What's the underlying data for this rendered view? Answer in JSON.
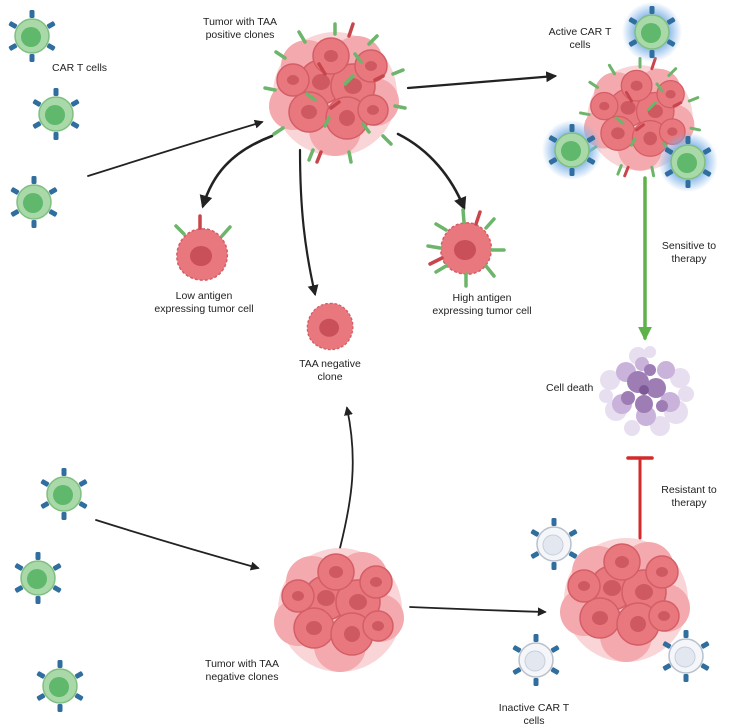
{
  "labels": {
    "car_t_cells": "CAR T cells",
    "tumor_positive_l1": "Tumor with TAA",
    "tumor_positive_l2": "positive clones",
    "active_car_t_l1": "Active CAR T",
    "active_car_t_l2": "cells",
    "low_antigen_l1": "Low antigen",
    "low_antigen_l2": "expressing tumor cell",
    "taa_negative_l1": "TAA negative",
    "taa_negative_l2": "clone",
    "high_antigen_l1": "High antigen",
    "high_antigen_l2": "expressing tumor cell",
    "sensitive_l1": "Sensitive to",
    "sensitive_l2": "therapy",
    "cell_death": "Cell death",
    "resistant_l1": "Resistant to",
    "resistant_l2": "therapy",
    "tumor_negative_l1": "Tumor with TAA",
    "tumor_negative_l2": "negative clones",
    "inactive_car_t_l1": "Inactive CAR T",
    "inactive_car_t_l2": "cells"
  },
  "colors": {
    "tumor_fill": "#e9787e",
    "tumor_dark": "#c94f58",
    "tumor_halo": "#f6c3c6",
    "antigen_green": "#6cb56a",
    "antigen_red": "#c8454c",
    "tcell_green": "#a9d9a8",
    "tcell_nucleus": "#5fb86b",
    "receptor_blue": "#2f6e9e",
    "inactive_tcell": "#eef1f6",
    "active_glow": "#7fb2e8",
    "death_purple": "#9e7db5",
    "sensitive_arrow": "#5fb24a",
    "resistant_bar": "#d42a2a",
    "arrow_black": "#222222"
  },
  "icons": [
    "car-t-cell-icon",
    "active-car-t-cell-icon",
    "inactive-car-t-cell-icon",
    "tumor-cluster-icon",
    "tumor-cell-icon",
    "cell-death-icon"
  ]
}
